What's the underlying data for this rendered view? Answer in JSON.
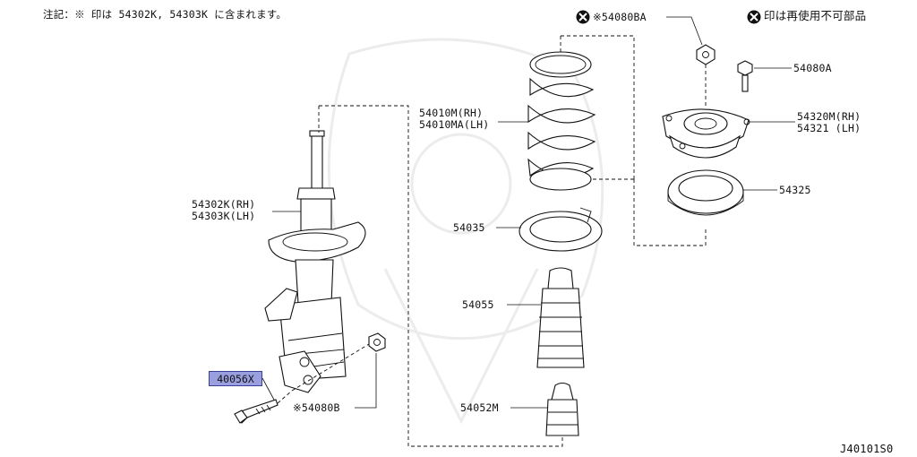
{
  "note": "注記：※ 印は 54302K, 54303K に含まれます。",
  "legend": "印は再使用不可部品",
  "diagram_code": "J40101S0",
  "parts": {
    "p54080BA": "※54080BA",
    "p54080A": "54080A",
    "p54320M": [
      "54320M(RH)",
      "54321 (LH)"
    ],
    "p54325": "54325",
    "p54010M": [
      "54010M(RH)",
      "54010MA(LH)"
    ],
    "p54302K": [
      "54302K(RH)",
      "54303K(LH)"
    ],
    "p54035": "54035",
    "p54055": "54055",
    "p54052M": "54052M",
    "p40056X": "40056X",
    "p54080B": "※54080B"
  },
  "colors": {
    "highlight": "#9a9fe0",
    "line": "#111111"
  }
}
